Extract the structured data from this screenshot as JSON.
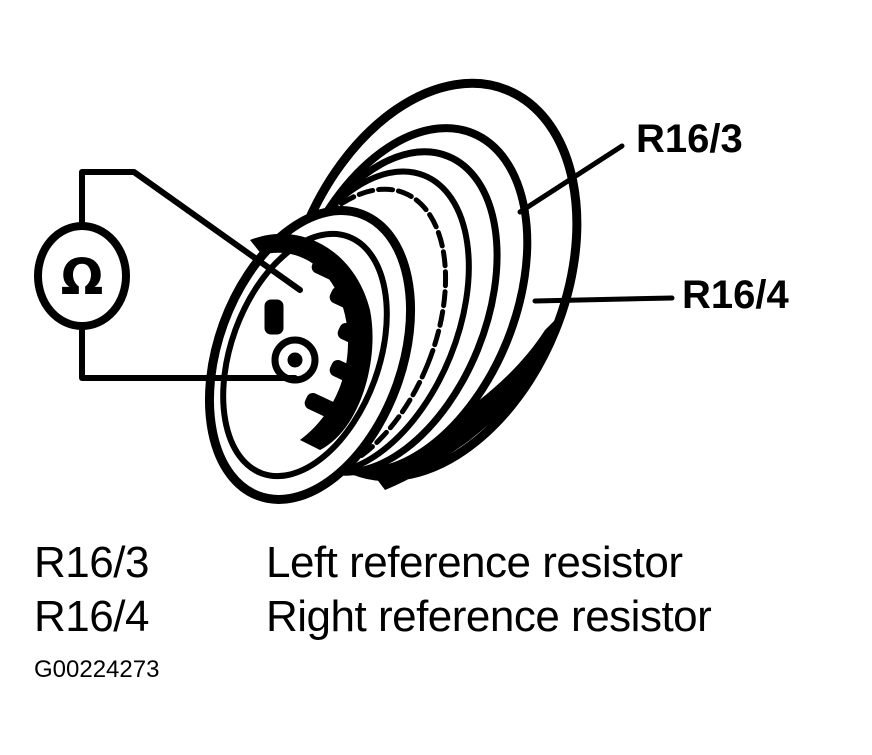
{
  "callouts": {
    "r16_3": "R16/3",
    "r16_4": "R16/4"
  },
  "meter": {
    "symbol": "Ω",
    "icon": "ohmmeter-icon"
  },
  "legend": [
    {
      "code": "R16/3",
      "description": "Left reference resistor"
    },
    {
      "code": "R16/4",
      "description": "Right reference resistor"
    }
  ],
  "figure_id": "G00224273",
  "colors": {
    "ink": "#000000",
    "paper": "#ffffff"
  }
}
